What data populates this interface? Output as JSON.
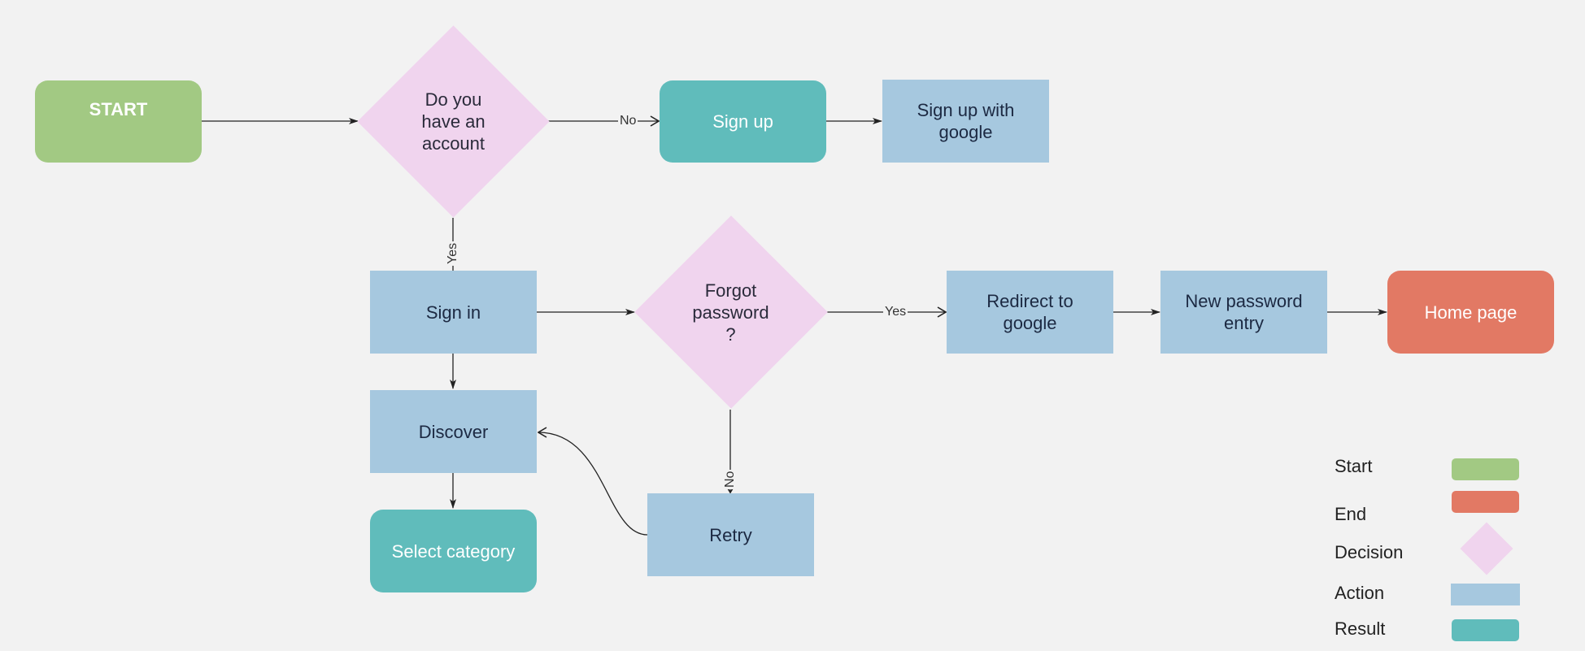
{
  "nodes": {
    "start": "START",
    "decision_account": "Do you\nhave an\naccount",
    "sign_up": "Sign up",
    "sign_up_google": "Sign up with\ngoogle",
    "sign_in": "Sign in",
    "decision_forgot": "Forgot\npassword\n?",
    "redirect_google": "Redirect to\ngoogle",
    "new_password": "New password\nentry",
    "home_page": "Home page",
    "discover": "Discover",
    "select_category": "Select category",
    "retry": "Retry"
  },
  "edges": {
    "account_no": "No",
    "account_yes": "Yes",
    "forgot_yes": "Yes",
    "forgot_no": "No"
  },
  "legend": {
    "start": "Start",
    "end": "End",
    "decision": "Decision",
    "action": "Action",
    "result": "Result"
  },
  "colors": {
    "start": "#a2c983",
    "end": "#e27964",
    "decision": "#f0d4ee",
    "action": "#a6c8df",
    "result": "#60bcbb",
    "background": "#f2f2f2"
  }
}
